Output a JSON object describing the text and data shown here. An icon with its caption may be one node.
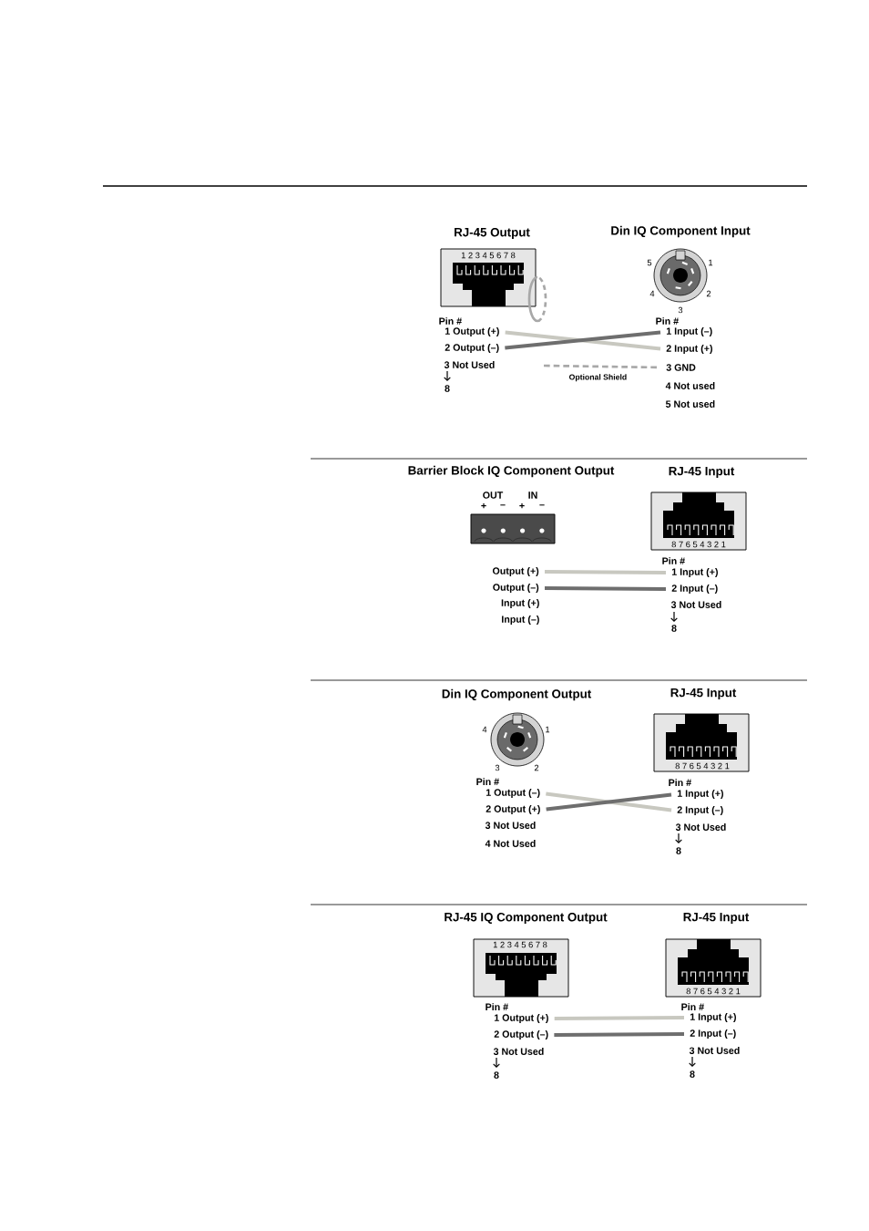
{
  "diagram": {
    "nodes": [
      {
        "text": [
          "1 Output (+)"
        ]
      },
      {
        "text": [
          "2 Output (–)"
        ]
      },
      {
        "text": [
          "1 Input (–)"
        ]
      },
      {
        "text": [
          "2 Input (+)"
        ]
      },
      {
        "text": [
          "3 GND"
        ]
      },
      {
        "text": [
          "Output (+)"
        ]
      },
      {
        "text": [
          "Output (–)"
        ]
      },
      {
        "text": [
          "1 Input (+)"
        ]
      },
      {
        "text": [
          "2 Input (–)"
        ]
      },
      {
        "text": [
          "1 Output (–)"
        ]
      },
      {
        "text": [
          "2 Output (+)"
        ]
      },
      {
        "text": [
          "1 Input (+)"
        ]
      },
      {
        "text": [
          "2 Input (–)"
        ]
      },
      {
        "text": [
          "1 Output (+)"
        ]
      },
      {
        "text": [
          "2 Output (–)"
        ]
      },
      {
        "text": [
          "1 Input (+)"
        ]
      },
      {
        "text": [
          "2 Input (–)"
        ]
      }
    ],
    "edges": [
      {
        "from": 0,
        "to": 3,
        "arrow": "none",
        "color": "#c8c8c0"
      },
      {
        "from": 1,
        "to": 2,
        "arrow": "none",
        "color": "#6e6e6e"
      },
      {
        "from": null,
        "to": 4,
        "arrow": "none",
        "style": "dashed",
        "color": "#a8a8a8",
        "label": "Optional Shield"
      },
      {
        "from": 5,
        "to": 7,
        "arrow": "none",
        "color": "#c8c8c0"
      },
      {
        "from": 6,
        "to": 8,
        "arrow": "none",
        "color": "#6e6e6e"
      },
      {
        "from": 9,
        "to": 12,
        "arrow": "none",
        "color": "#c8c8c0"
      },
      {
        "from": 10,
        "to": 11,
        "arrow": "none",
        "color": "#6e6e6e"
      },
      {
        "from": 13,
        "to": 15,
        "arrow": "none",
        "color": "#c8c8c0"
      },
      {
        "from": 14,
        "to": 16,
        "arrow": "none",
        "color": "#6e6e6e"
      }
    ],
    "labels": [
      "RJ-45 Output",
      "1 2 3 4 5 6 7 8",
      "Din IQ Component Input",
      "5",
      "1",
      "4",
      "2",
      "3",
      "Pin #",
      "3 Not Used",
      "8",
      "Pin #",
      "4 Not used",
      "5 Not used",
      "Barrier Block IQ Component Output",
      "RJ-45 Input",
      "OUT",
      "IN",
      "+",
      "–",
      "+",
      "–",
      "8 7 6 5 4 3 2 1",
      "Pin #",
      "Input (+)",
      "Input (–)",
      "3 Not Used",
      "8",
      "Din IQ Component Output",
      "RJ-45 Input",
      "4",
      "1",
      "3",
      "2",
      "8 7 6 5 4 3 2 1",
      "Pin #",
      "3 Not Used",
      "4 Not Used",
      "Pin #",
      "3 Not Used",
      "8",
      "RJ-45 IQ Component Output",
      "RJ-45 Input",
      "1 2 3 4 5 6 7 8",
      "8 7 6 5 4 3 2 1",
      "Pin #",
      "3 Not Used",
      "8",
      "Pin #",
      "3 Not Used",
      "8"
    ]
  }
}
